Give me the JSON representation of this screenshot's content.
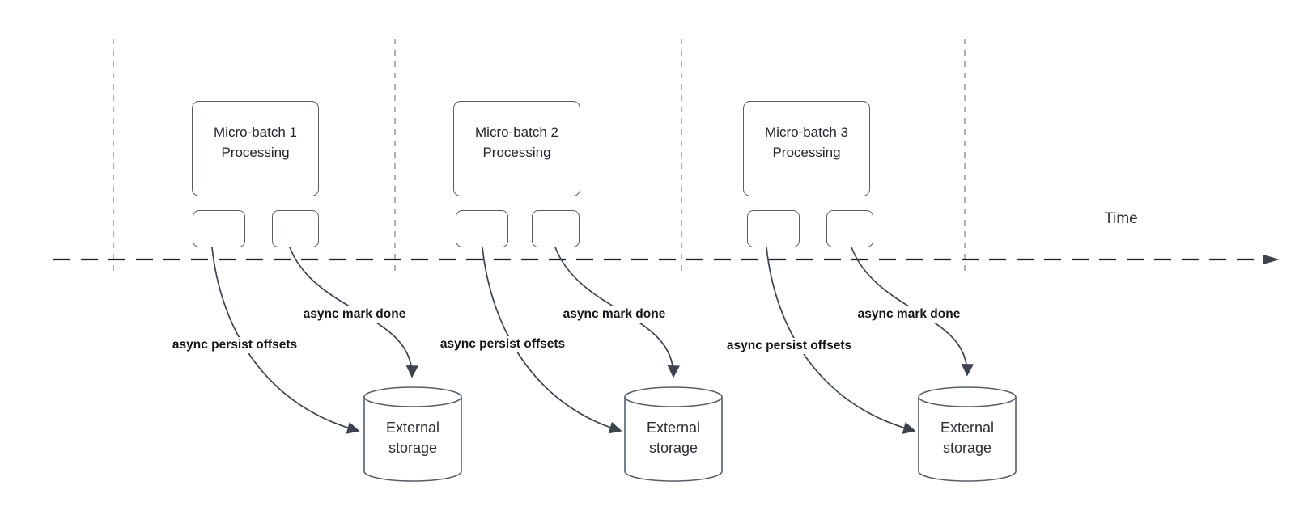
{
  "colors": {
    "shape_stroke": "#575e68",
    "arrow_stroke": "#3d434d",
    "timeline_stroke": "#1b1d21",
    "guide_stroke": "#adb0b4",
    "text": "#23262e",
    "background": "#ffffff"
  },
  "diagram": {
    "time_label": "Time",
    "sections": [
      {
        "batch_title": "Micro-batch 1\nProcessing",
        "persist_label": "async persist offsets",
        "mark_done_label": "async mark done",
        "storage_label": "External\nstorage"
      },
      {
        "batch_title": "Micro-batch 2\nProcessing",
        "persist_label": "async persist offsets",
        "mark_done_label": "async mark done",
        "storage_label": "External\nstorage"
      },
      {
        "batch_title": "Micro-batch 3\nProcessing",
        "persist_label": "async persist offsets",
        "mark_done_label": "async mark done",
        "storage_label": "External\nstorage"
      }
    ]
  }
}
